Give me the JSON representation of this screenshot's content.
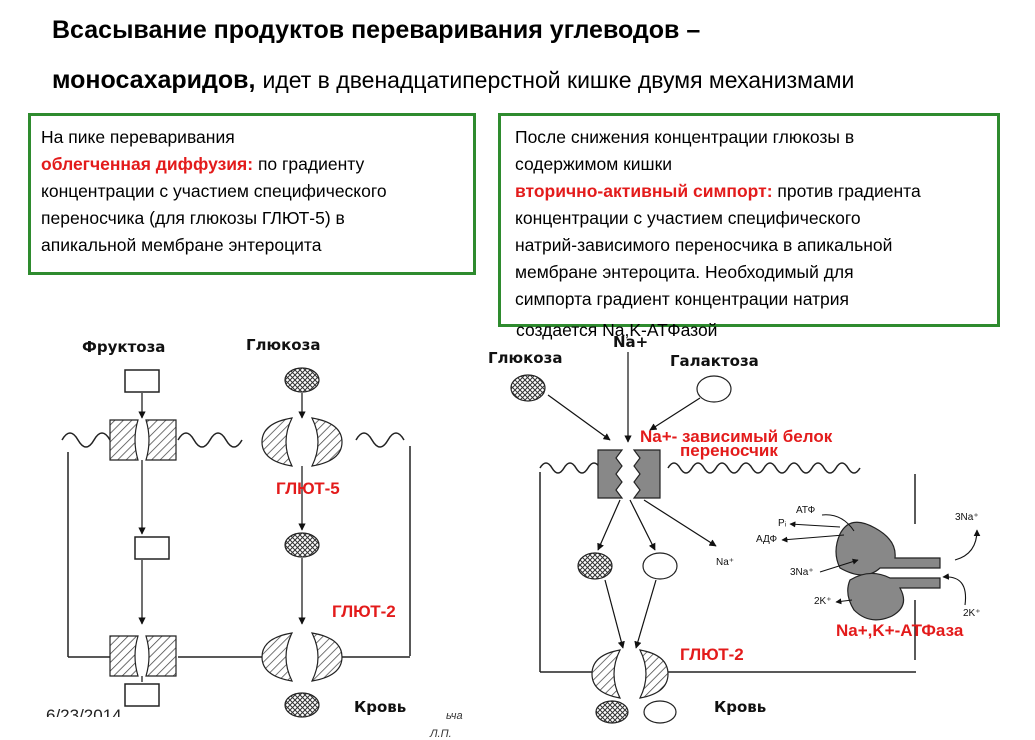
{
  "title": {
    "line1": "Всасывание продуктов переваривания углеводов –",
    "line2_bold": "моносахаридов,",
    "line2_rest": "идет в двенадцатиперстной кишке двумя механизмами"
  },
  "box_left": {
    "line1": "На пике переваривания",
    "term": "облегченная диффузия:",
    "line2_rest": "по градиенту",
    "line3": "концентрации с участием специфического",
    "line4": "переносчика (для глюкозы ГЛЮТ-5) в",
    "line5": "апикальной мембране энтероцита"
  },
  "box_right": {
    "line1": "После снижения концентрации глюкозы в",
    "line2": "содержимом кишки",
    "term": "вторично-активный симпорт:",
    "line3_rest": "против градиента",
    "line4": "концентрации с участием специфического",
    "line5": "натрий-зависимого переносчика в апикальной",
    "line6": "мембране энтероцита. Необходимый для",
    "line7": "симпорта градиент концентрации натрия",
    "line8": "создается Na,K-АТФазой"
  },
  "diagram_left": {
    "fructose": "Фруктоза",
    "glucose": "Глюкоза",
    "glut5": "ГЛЮТ-5",
    "glut2": "ГЛЮТ-2",
    "blood": "Кровь"
  },
  "diagram_right": {
    "glucose": "Глюкоза",
    "galactose": "Галактоза",
    "na_plus": "Na+",
    "carrier_line1": "Na+- зависимый белок",
    "carrier_line2": "переносчик",
    "atp": "АТФ",
    "pi": "Pᵢ",
    "adp": "АДФ",
    "na_out": "Na⁺",
    "three_na_top": "3Na⁺",
    "three_na_mid": "3Na⁺",
    "two_k_left": "2K⁺",
    "two_k_right": "2K⁺",
    "atpase": "Na+,K+-АТФаза",
    "glut2": "ГЛЮТ-2",
    "blood": "Кровь"
  },
  "footer": {
    "date": "6/23/2014",
    "text1": "ьча",
    "text2": "Л.П."
  },
  "colors": {
    "accent_red": "#e31b1b",
    "box_border": "#2e8b2e"
  }
}
